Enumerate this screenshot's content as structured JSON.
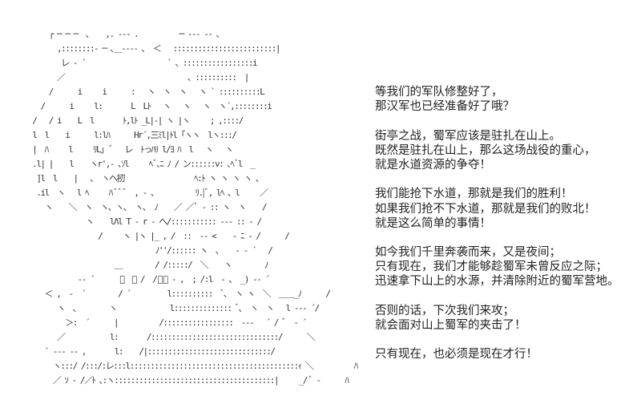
{
  "art_lines": [
    "      ┌ ─ ─ ─  ､    ,. ‐‐- .          ─ ‐‐‐ ‐‐ ､",
    "        ,::::::::‐ ─ ､＿‐‐‐‐ ､  ＜   :::::::::::::::::::::::::|",
    "         レ - ´                    ` ､ :::::::::::::::::i",
    "        ／                              ､ ::::::::::  |",
    "      /      i     i      :   ヽ  ヽ  ヽ   ヽ ` ::::::::::L",
    "    /      i     l:       L  Lﾄ   ヽ   ヽ   ヽ  ヽ´,::::::::i",
    "  /   / i    L  l       ﾄ,lﾄ _L|‐| ヽ |ヽ     ; ,::::/",
    "  l  l    i      l:lﾊ      Hr´,三ﾐl|ﾄl「ヽヽ  lヽ:::/",
    "  |  ﾊ     l     ﾘL」ﾞ   レ  ﾄっﾊﾘ l/ﾖ ﾊ  l   ヽ   ヽ",
    "  .l| |    l    ヽr',‐ ､ｿl     ﾍﾞ､ﾆ ﾉ / ン::::::v: ､ﾍﾞl  _",
    "   ]l  l    |   、 ヽへ扨                 ﾍ:ﾄ ヽ ヽ ヽ ヽ ､",
    "   .il  ヽ   l ﾍ     ﾊ ﾞﾞﾞ  , ‐ 、         ﾘ.|ﾞ, lﾍ ､ l     ／",
    "     ヽ    ＼  ヽ  ヽ、ヽ、 ヽ、 ﾉ    ／ ／ﾞ ‐ :: ヽ  ヽ    /",
    "               ヽ    lΛl T ‐ r ‐ へ/::::::::::: ‐‐‐ :: ‐ /",
    "                  /     ヽ |ヽ |_ , /  ::  ‐‐ <    ‐ ﾆ ‐ /      /",
    "                                ﾉ''/:::::: ヽ  ､    ‐ ‐ ´   /",
    "                      ＿        / /:::::/  ＼    ヽ        ﾉ",
    "             ‐‐ ´      ﾞ  ＿ /  /ﾞﾞ ‐ ,  ; /:l  ‐ ､  _) ‐‐ ´",
    "     ＜ ,  ‐  ´        / ´         l::::::::::  ﾞ､  ヽ ヽ  ＼  ＿＿_ﾉ      /",
    "        ヽ  ､        ヽ             l:::::::::::::: ﾞ､  ヽ  ヽ   l ‐‐‐ ´/",
    "          ＞:  ´      |          /:::::::::::::::::  ‐‐‐   ´ / ﾞ  ‐ ´",
    "        ／           l:       /:::::::::::::::::::::::::::::::/      ＼",
    "     ` ‐‐‐ ‐‐ ,       l:    /|::::::::::::::::::::::::::::::/",
    "       ヽ:::/ /:::/:レ:::l:::::::::::::::::::::::::::::::::::::::::ｨ ＼          ﾊ",
    "       ／ ｿ ‐ /／ﾄ ､:ヽ:::::::::::::::::::::::::::::::::::::::|     _/ ﾞ ‐      ﾊ"
  ],
  "dialogue": [
    "等我们的军队修整好了，",
    "那汉军也已经准备好了哦？",
    "",
    "街亭之战，蜀军应该是驻扎在山上。",
    "既然是驻扎在山上，那么这场战役的重心，",
    "就是水道资源的争夺！",
    "",
    "我们能抢下水道，那就是我们的胜利！",
    "如果我们抢不下水道，那就是我们的败北！",
    "就是这么简单的事情！",
    "",
    "如今我们千里奔袭而来，又是夜间；",
    "只有现在，我们才能够趁蜀军未曾反应之际；",
    "迅速拿下山上的水源，并清除附近的蜀军营地。",
    "",
    "否则的话，下次我们来攻；",
    "就会面对山上蜀军的夹击了！",
    "",
    "只有现在，也必须是现在才行！"
  ]
}
